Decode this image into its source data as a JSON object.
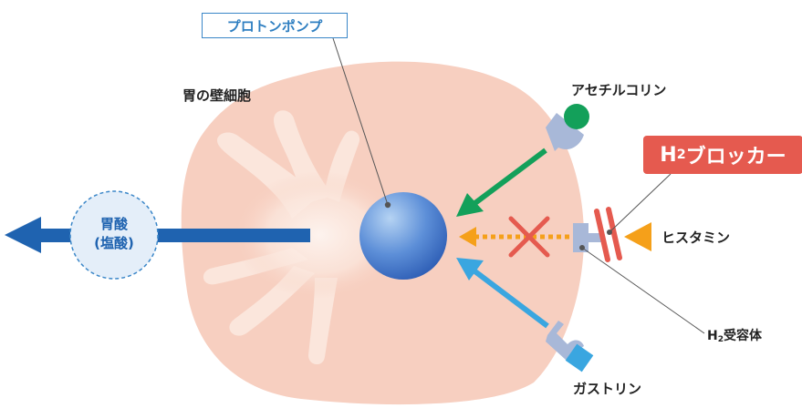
{
  "labels": {
    "parietal_cell": "胃の壁細胞",
    "proton_pump": "プロトンポンプ",
    "gastric_acid_line1": "胃酸",
    "gastric_acid_line2": "(塩酸)",
    "acetylcholine": "アセチルコリン",
    "histamine": "ヒスタミン",
    "gastrin": "ガストリン",
    "blocker_prefix": "H",
    "blocker_sub": "2",
    "blocker_suffix": "ブロッカー",
    "receptor_prefix": "H",
    "receptor_sub": "2",
    "receptor_suffix": "受容体"
  },
  "colors": {
    "cell_fill": "#f7cfc0",
    "cell_inner": "#fbe8e0",
    "proton_pump_ball": "#4f7fd1",
    "acid_arrow": "#1f63b0",
    "acetylcholine_arrow": "#13a05a",
    "histamine_arrow": "#f5a01a",
    "gastrin_arrow": "#3aa6e0",
    "blocker": "#e55a4f",
    "receptor": "#a8b8d8"
  },
  "icons": {
    "acetylcholine": "green-circle-icon",
    "histamine": "orange-triangle-icon",
    "gastrin": "blue-diamond-icon",
    "block_mark": "red-x-icon"
  }
}
